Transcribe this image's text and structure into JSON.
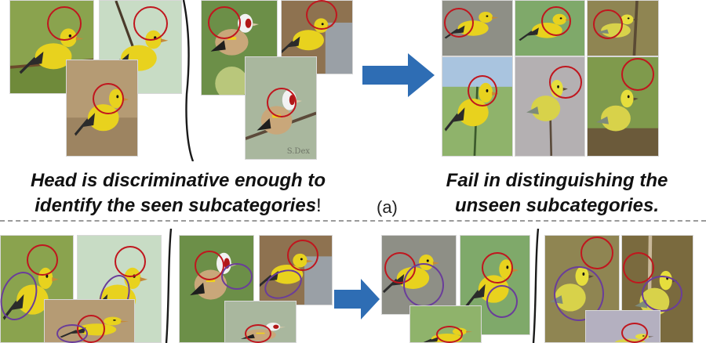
{
  "figure": {
    "panel_a": {
      "caption_left_line1": "Head is discriminative enough to",
      "caption_left_line2": "identify the seen subcategories",
      "caption_left_bang": "!",
      "label": "(a)",
      "caption_right_line1": "Fail in distinguishing the",
      "caption_right_line2": "unseen subcategories."
    },
    "watermark": "S.Dex",
    "colors": {
      "arrow": "#2e6db4",
      "ring_red": "#c0161e",
      "ring_purple": "#6a3d9a",
      "divider_dashed": "#9a9a9a"
    },
    "icons": [
      "right-arrow-icon",
      "bird-photo",
      "red-circle-annotation",
      "purple-ellipse-annotation"
    ]
  }
}
